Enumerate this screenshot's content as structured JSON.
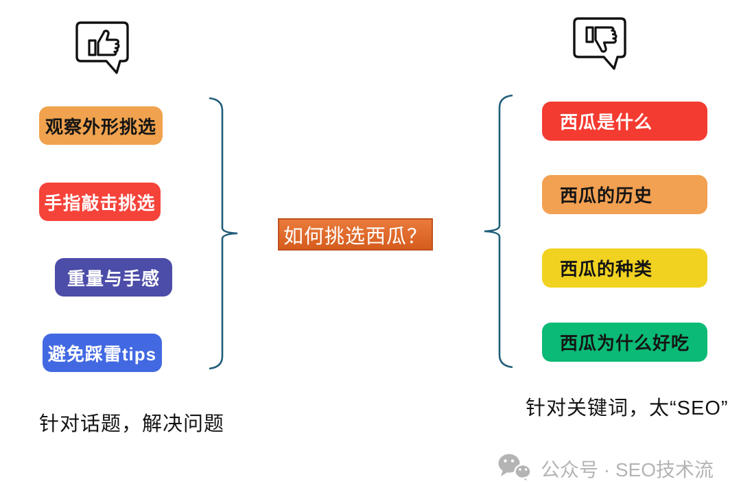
{
  "diagram_title": "如何挑选西瓜？",
  "center": {
    "label": "如何挑选西瓜？",
    "bg_top": "#ea7a3c",
    "bg_bottom": "#d55c1d",
    "border_color": "#c0511c",
    "text_color": "#ffffff"
  },
  "left_panel": {
    "icon": "thumbs-up-speech-bubble",
    "items": [
      {
        "label": "观察外形挑选",
        "bg": "#f0a24e",
        "color": "#151515"
      },
      {
        "label": "手指敲击挑选",
        "bg": "#f5433a",
        "color": "#ffffff"
      },
      {
        "label": "重量与手感",
        "bg": "#4c4ca9",
        "color": "#ffffff"
      },
      {
        "label": "避免踩雷tips",
        "bg": "#4269e2",
        "color": "#ffffff"
      }
    ],
    "caption": "针对话题，解决问题"
  },
  "right_panel": {
    "icon": "thumbs-down-speech-bubble",
    "items": [
      {
        "label": "西瓜是什么",
        "bg": "#f43b31",
        "color": "#ffffff"
      },
      {
        "label": "西瓜的历史",
        "bg": "#f2a052",
        "color": "#151515"
      },
      {
        "label": "西瓜的种类",
        "bg": "#f1d220",
        "color": "#151515"
      },
      {
        "label": "西瓜为什么好吃",
        "bg": "#0aba75",
        "color": "#151515"
      }
    ],
    "caption": "针对关键词，太“SEO”"
  },
  "braces": {
    "color": "#205d7a"
  },
  "watermark": {
    "icon": "wechat-icon",
    "text": "公众号 · SEO技术流",
    "color": "#b4b4b4"
  }
}
